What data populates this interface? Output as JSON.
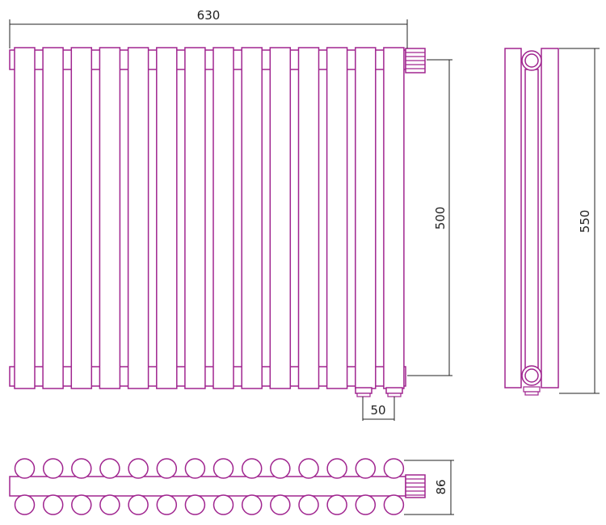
{
  "colors": {
    "outline": "#A0258F",
    "dimension_line": "#222222",
    "background": "#FFFFFF"
  },
  "radiator": {
    "section_count": 14
  },
  "dimensions": {
    "overall_width": "630",
    "connection_distance": "500",
    "overall_height": "550",
    "pipe_spacing": "50",
    "depth": "86"
  }
}
